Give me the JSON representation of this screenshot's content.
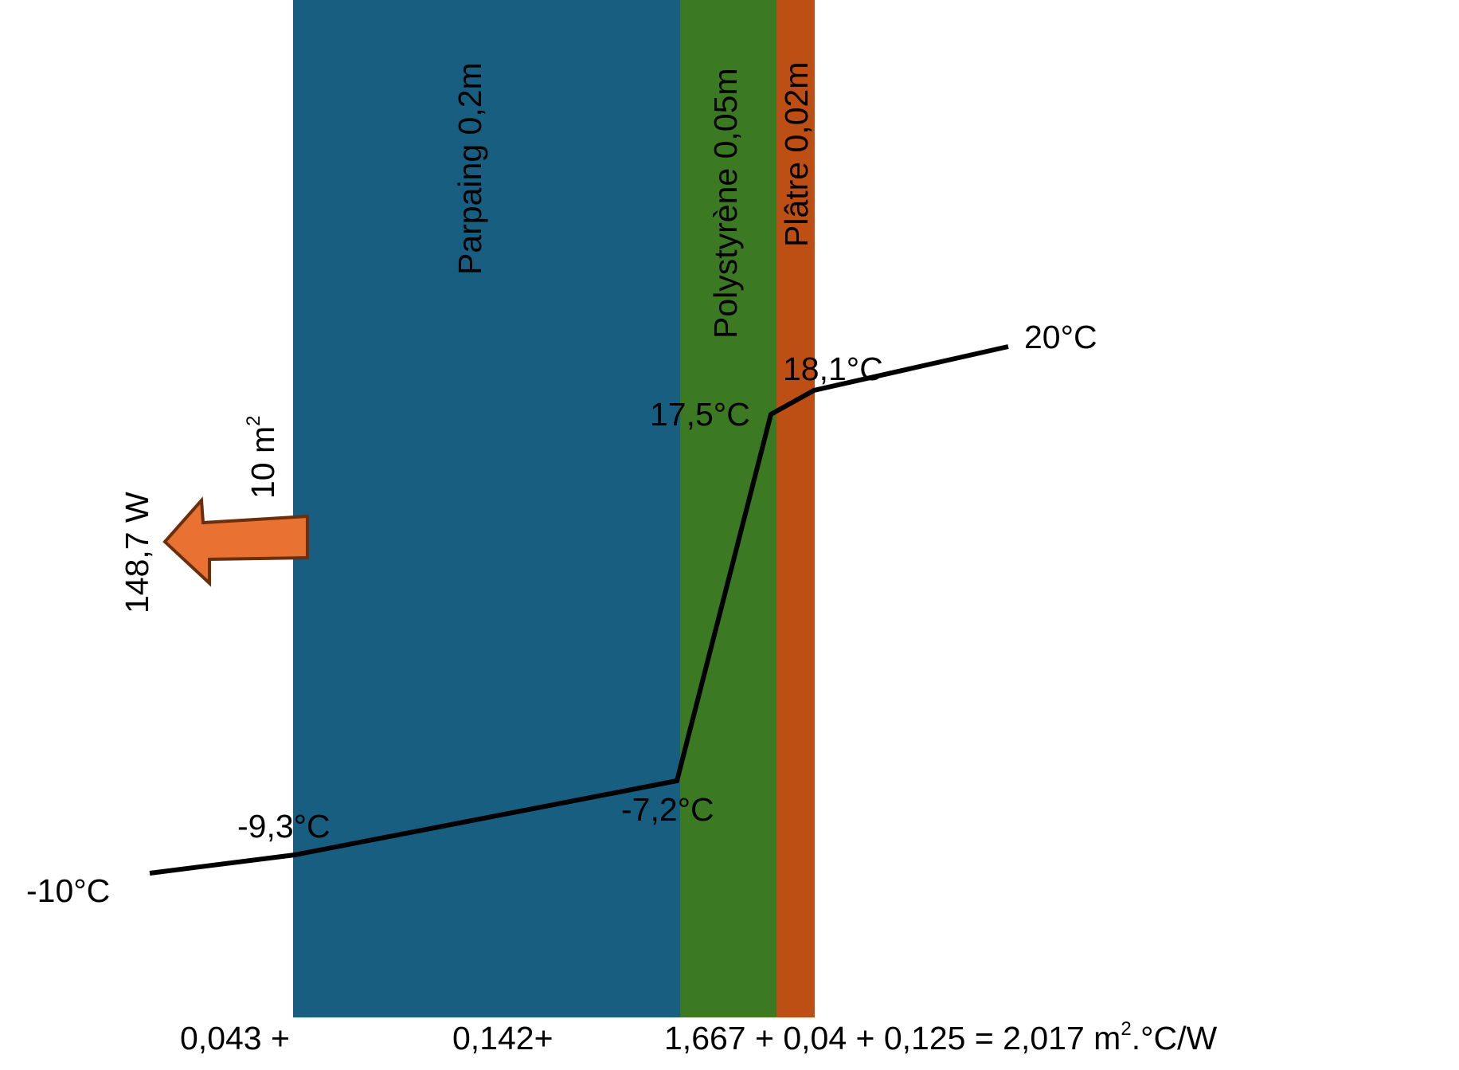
{
  "layers": [
    {
      "name": "Parpaing 0,2m",
      "color": "#175e80"
    },
    {
      "name": "Polystyrène 0,05m",
      "color": "#3b7a22"
    },
    {
      "name": "Plâtre 0,02m",
      "color": "#be4f14"
    }
  ],
  "temperatures": {
    "outside": "-10°C",
    "parpaing_outer": "-9,3°C",
    "parpaing_inner": "-7,2°C",
    "polystyrene_inner": "17,5°C",
    "platre_inner": "18,1°C",
    "inside": "20°C"
  },
  "heat_flow": {
    "value": "148,7 W",
    "area": "10 m",
    "area_exponent": "2",
    "arrow_color": "#e97132",
    "arrow_border": "#6b2f0c"
  },
  "resistances": {
    "r_outer": "0,043 +",
    "r_parpaing": "0,142+",
    "r_rest": "1,667 + 0,04 + 0,125 = 2,017 m",
    "unit_exponent": "2",
    "unit_rest": ".°C/W"
  }
}
